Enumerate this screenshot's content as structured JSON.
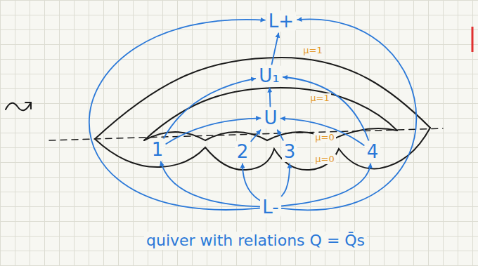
{
  "diagram": {
    "caption": "quiver with relations Q = Q̄s",
    "nodes": [
      {
        "text": [
          "L+"
        ]
      },
      {
        "text": [
          "U₁"
        ]
      },
      {
        "text": [
          "U"
        ]
      },
      {
        "text": [
          "1"
        ]
      },
      {
        "text": [
          "2"
        ]
      },
      {
        "text": [
          "3"
        ]
      },
      {
        "text": [
          "4"
        ]
      },
      {
        "text": [
          "L-"
        ]
      }
    ],
    "edges": [
      {
        "from": 7,
        "to": 3,
        "arrow": "to"
      },
      {
        "from": 7,
        "to": 4,
        "arrow": "to"
      },
      {
        "from": 7,
        "to": 5,
        "arrow": "to"
      },
      {
        "from": 7,
        "to": 6,
        "arrow": "to"
      },
      {
        "from": 3,
        "to": 2,
        "arrow": "to"
      },
      {
        "from": 4,
        "to": 2,
        "arrow": "to"
      },
      {
        "from": 5,
        "to": 2,
        "arrow": "to"
      },
      {
        "from": 6,
        "to": 2,
        "arrow": "to"
      },
      {
        "from": 3,
        "to": 1,
        "arrow": "to"
      },
      {
        "from": 6,
        "to": 1,
        "arrow": "to"
      },
      {
        "from": 2,
        "to": 1,
        "arrow": "to"
      },
      {
        "from": 1,
        "to": 0,
        "arrow": "to"
      },
      {
        "from": 7,
        "to": 0,
        "arrow": "to"
      },
      {
        "from": 7,
        "to": 0,
        "arrow": "to"
      }
    ],
    "labels": [
      "μ=1",
      "μ=1",
      "μ=0",
      "μ=0"
    ]
  }
}
